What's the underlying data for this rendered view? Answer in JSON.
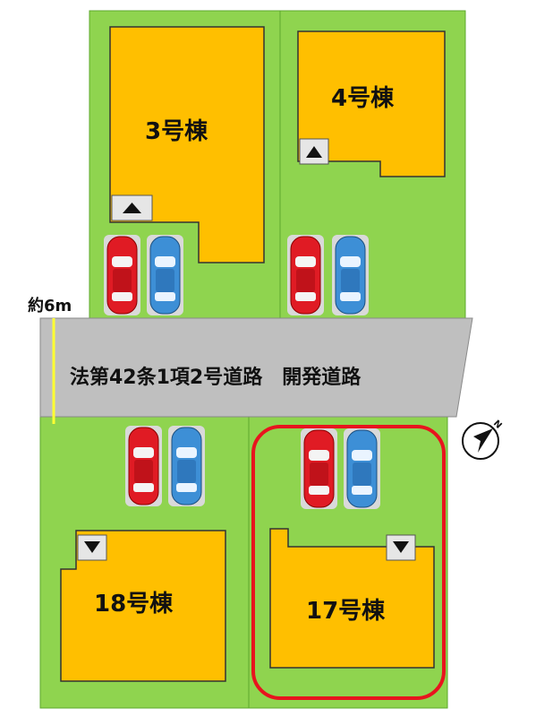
{
  "lots": [
    {
      "id": "3",
      "label": "3号棟",
      "entrance": "up"
    },
    {
      "id": "4",
      "label": "4号棟",
      "entrance": "up"
    },
    {
      "id": "18",
      "label": "18号棟",
      "entrance": "down"
    },
    {
      "id": "17",
      "label": "17号棟",
      "entrance": "down",
      "highlighted": true
    }
  ],
  "road": {
    "label": "法第42条1項2号道路　開発道路",
    "width_label": "約6m"
  },
  "compass": {
    "label": "N"
  },
  "colors": {
    "lot": "#8fd44f",
    "building": "#ffbf00",
    "road": "#bfbfbf",
    "highlight": "#e8141e",
    "width_marker": "#ffff33"
  }
}
